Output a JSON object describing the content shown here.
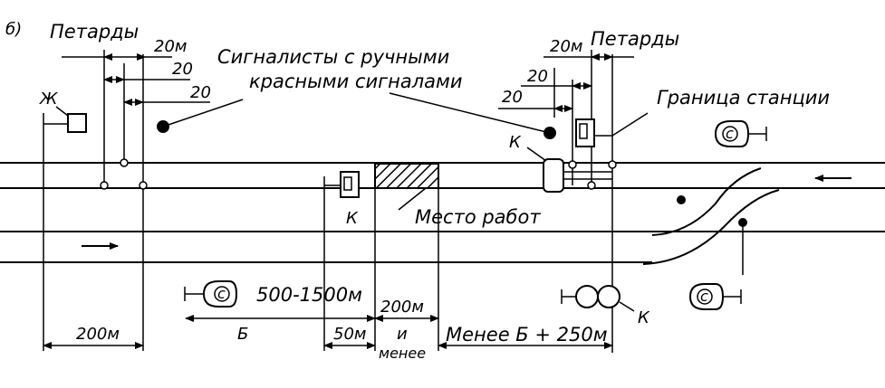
{
  "diagram": {
    "panel_label": "б)",
    "labels": {
      "petards_left": "Петарды",
      "petards_right": "Петарды",
      "signalmen": "Сигналисты с ручными",
      "signalmen_line2": "красными сигналами",
      "station_border": "Граница станции",
      "work_site": "Место работ",
      "marker_k1": "К",
      "marker_k2": "К",
      "marker_k3": "К",
      "marker_zh": "Ж"
    },
    "dimensions": {
      "left_20m": "20м",
      "left_20a": "20",
      "left_20b": "20",
      "right_20m": "20м",
      "right_20a": "20",
      "right_20b": "20",
      "range": "500-1500м",
      "dist_b": "Б",
      "dist_200_left": "200м",
      "dist_50": "50м",
      "dist_200_work": "200м",
      "dist_and": "и",
      "dist_less": "менее",
      "dist_less_b": "Менее Б + 250м"
    },
    "icons": {
      "signal_c": "hand-signal-c-icon",
      "semaphore": "two-light-signal-icon",
      "arrow_left": "direction-left-arrow-icon",
      "arrow_right": "direction-right-arrow-icon"
    }
  }
}
